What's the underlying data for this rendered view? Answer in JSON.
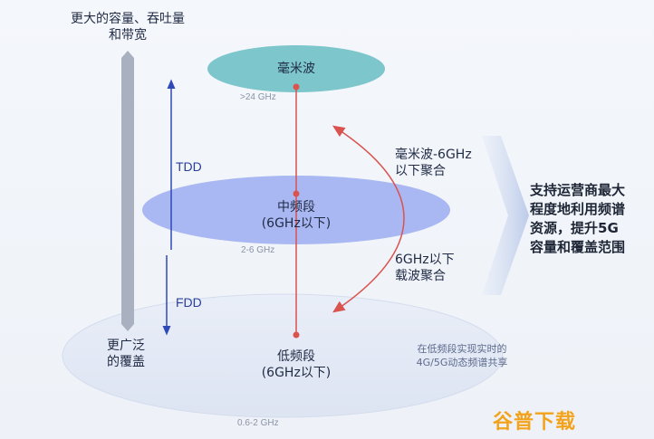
{
  "top_label": [
    "更大的容量、吞吐量",
    "和带宽"
  ],
  "bottom_left_label": [
    "更广泛",
    "的覆盖"
  ],
  "tdd_label": "TDD",
  "fdd_label": "FDD",
  "bands": {
    "mmwave": {
      "name": "毫米波",
      "freq": ">24 GHz"
    },
    "mid": {
      "name": "中频段",
      "sub": "(6GHz以下)",
      "freq": "2-6 GHz"
    },
    "low": {
      "name": "低频段",
      "sub": "(6GHz以下)",
      "freq": "0.6-2 GHz"
    }
  },
  "aggregation_top": [
    "毫米波-6GHz",
    "以下聚合"
  ],
  "aggregation_bottom": [
    "6GHz以下",
    "载波聚合"
  ],
  "low_band_note": [
    "在低频段实现实时的",
    "4G/5G动态频谱共享"
  ],
  "right_text": [
    "支持运营商最大",
    "程度地利用频谱",
    "资源，提升5G",
    "容量和覆盖范围"
  ],
  "watermark": "谷普下载",
  "colors": {
    "mmwave_fill": "#7cc6cc",
    "mid_fill": "#a9b8f2",
    "low_fill": "#e6ebf6",
    "red_line": "#d9534f",
    "blue_arrow": "#2f49b8",
    "gray_bar": "#a9b0c0",
    "chevron": "#cbd6ee"
  }
}
